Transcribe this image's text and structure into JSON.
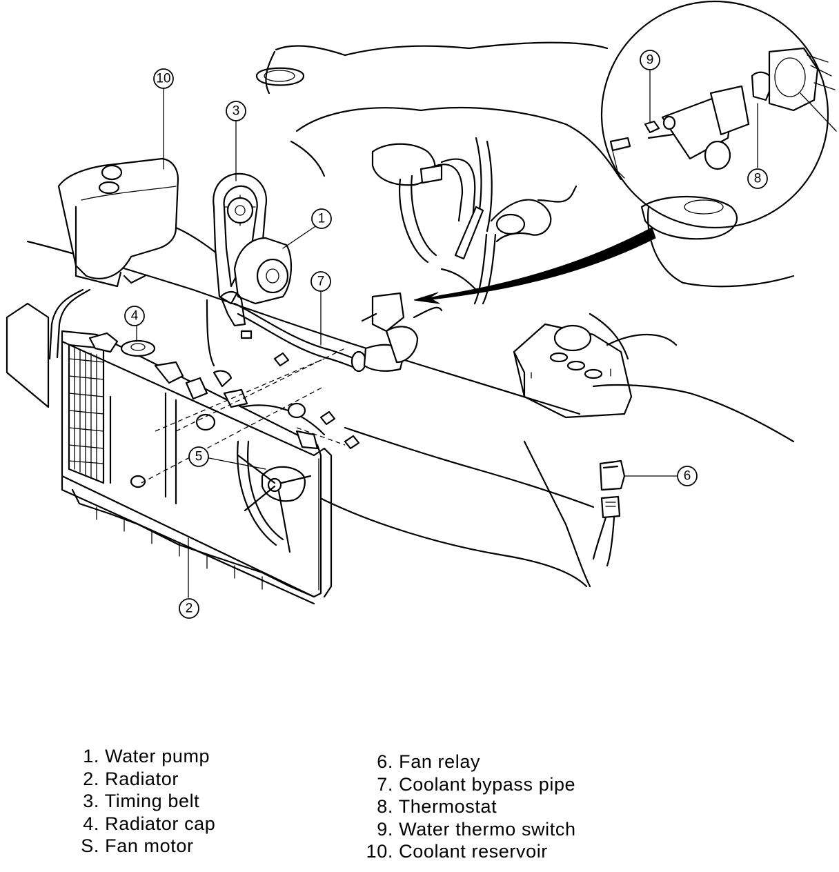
{
  "callouts": {
    "c1": "1",
    "c2": "2",
    "c3": "3",
    "c4": "4",
    "c5": "5",
    "c6": "6",
    "c7": "7",
    "c8": "8",
    "c9": "9",
    "c10": "10"
  },
  "legend_left": [
    {
      "num": "1.",
      "label": "Water pump"
    },
    {
      "num": "2.",
      "label": "Radiator"
    },
    {
      "num": "3.",
      "label": "Timing belt"
    },
    {
      "num": "4.",
      "label": "Radiator cap"
    },
    {
      "num": "S.",
      "label": "Fan motor"
    }
  ],
  "legend_right": [
    {
      "num": "6.",
      "label": "Fan relay"
    },
    {
      "num": "7.",
      "label": "Coolant bypass pipe"
    },
    {
      "num": "8.",
      "label": "Thermostat"
    },
    {
      "num": "9.",
      "label": "Water thermo switch"
    },
    {
      "num": "10.",
      "label": "Coolant reservoir"
    }
  ]
}
